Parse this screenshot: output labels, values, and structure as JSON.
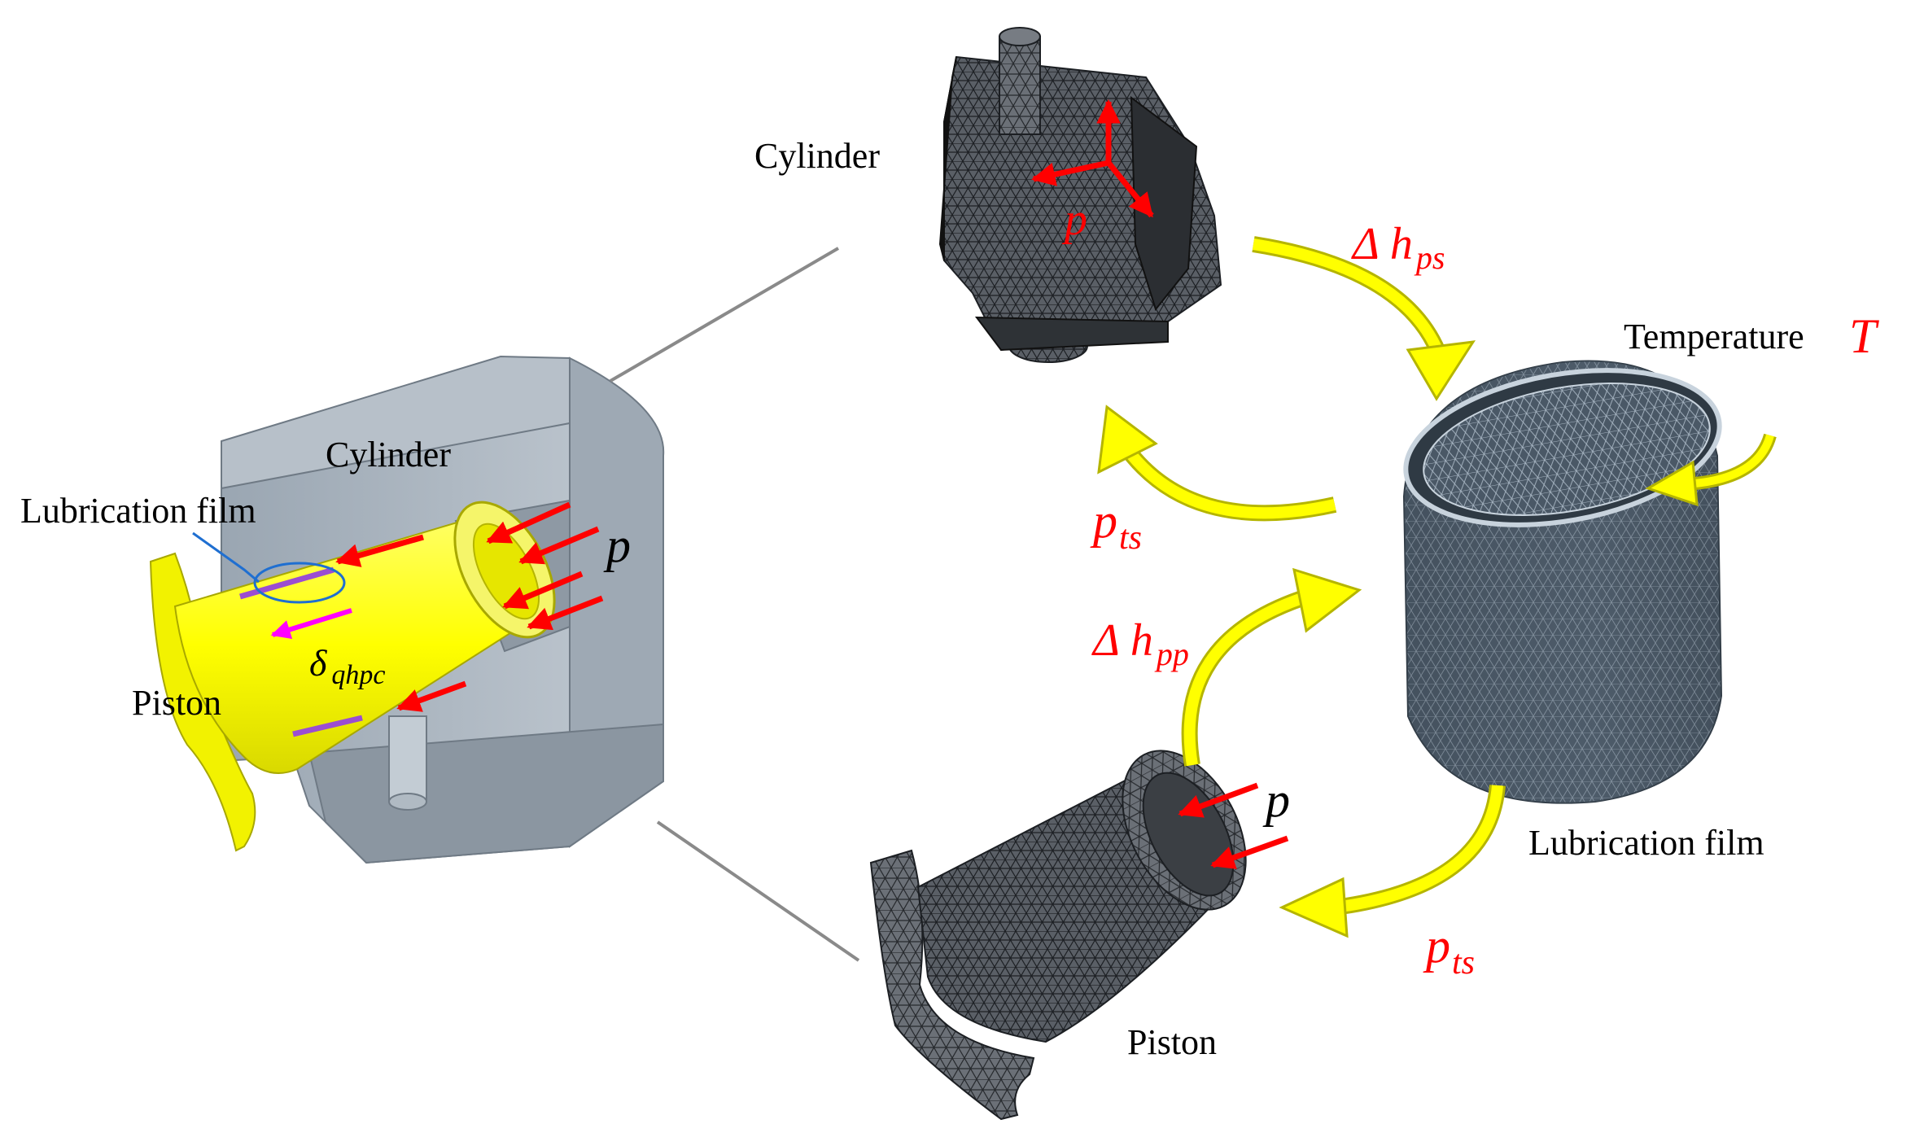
{
  "labels": {
    "cylinder_left": "Cylinder",
    "lubrication_film_left": "Lubrication film",
    "piston_left": "Piston",
    "p_left": "p",
    "delta_sym": "δ",
    "delta_sub": "qhpc",
    "cylinder_right": "Cylinder",
    "p_cyl": "p",
    "dh_ps_sym": "Δ h",
    "dh_ps_sub": "ps",
    "temperature": "Temperature",
    "temperature_sym": "T",
    "p_ts_1": "p",
    "p_ts_1_sub": "ts",
    "dh_pp_sym": "Δ h",
    "dh_pp_sub": "pp",
    "p_piston": "p",
    "lubrication_film_right": "Lubrication film",
    "p_ts_2": "p",
    "p_ts_2_sub": "ts",
    "piston_right": "Piston"
  },
  "colors": {
    "accent_red": "#ff0000",
    "flow_yellow": "#ffff00",
    "flow_outline": "#b5b500",
    "piston_yellow": "#ffff00",
    "cylinder_grey": "#a7b2bd",
    "mesh_dark": "#3b3f44",
    "film_mesh": "#4a5866",
    "magenta": "#ff00ff",
    "leader_blue": "#1f6fd1",
    "connector_grey": "#8a8a8a"
  }
}
